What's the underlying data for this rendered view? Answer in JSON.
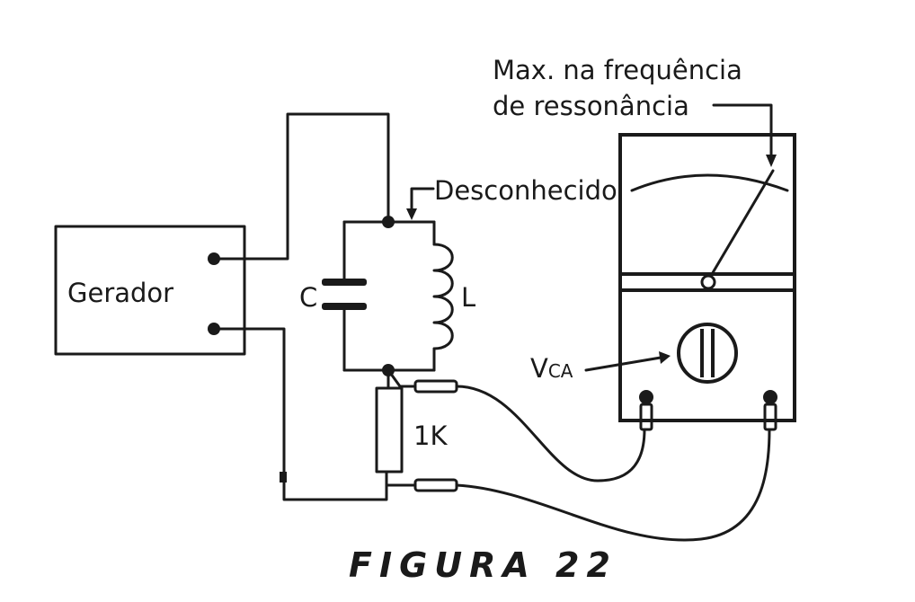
{
  "labels": {
    "generator": "Gerador",
    "capacitor": "C",
    "inductor": "L",
    "unknown": "Desconhecido",
    "resistor": "1K",
    "max_line1": "Max. na frequência",
    "max_line2": "de ressonância",
    "vca_main": "V",
    "vca_sub": "CA"
  },
  "caption": "FIGURA 22"
}
